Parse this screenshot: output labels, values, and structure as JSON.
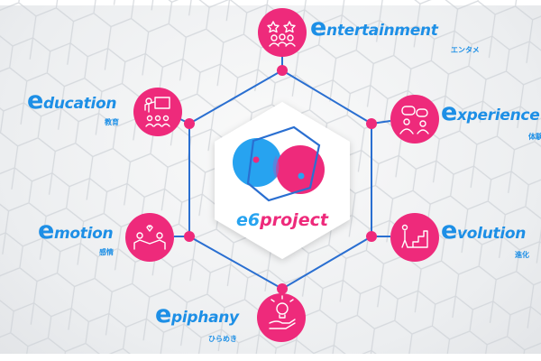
{
  "logo": {
    "text_e6": "e6",
    "text_project": "project"
  },
  "colors": {
    "blue": "#1d8fe6",
    "pink": "#ee2a7b",
    "line_blue": "#2a6fd1",
    "background": "#eceef0"
  },
  "nodes": [
    {
      "id": "entertainment",
      "first": "e",
      "rest": "ntertainment",
      "jp": "エンタメ",
      "icon": "audience-stars-icon"
    },
    {
      "id": "experience",
      "first": "e",
      "rest": "xperience",
      "jp": "体験",
      "icon": "conversation-icon"
    },
    {
      "id": "evolution",
      "first": "e",
      "rest": "volution",
      "jp": "進化",
      "icon": "growth-stairs-icon"
    },
    {
      "id": "epiphany",
      "first": "e",
      "rest": "piphany",
      "jp": "ひらめき",
      "icon": "lightbulb-hand-icon"
    },
    {
      "id": "emotion",
      "first": "e",
      "rest": "motion",
      "jp": "感情",
      "icon": "people-heart-icon"
    },
    {
      "id": "education",
      "first": "e",
      "rest": "ducation",
      "jp": "教育",
      "icon": "teacher-class-icon"
    }
  ]
}
